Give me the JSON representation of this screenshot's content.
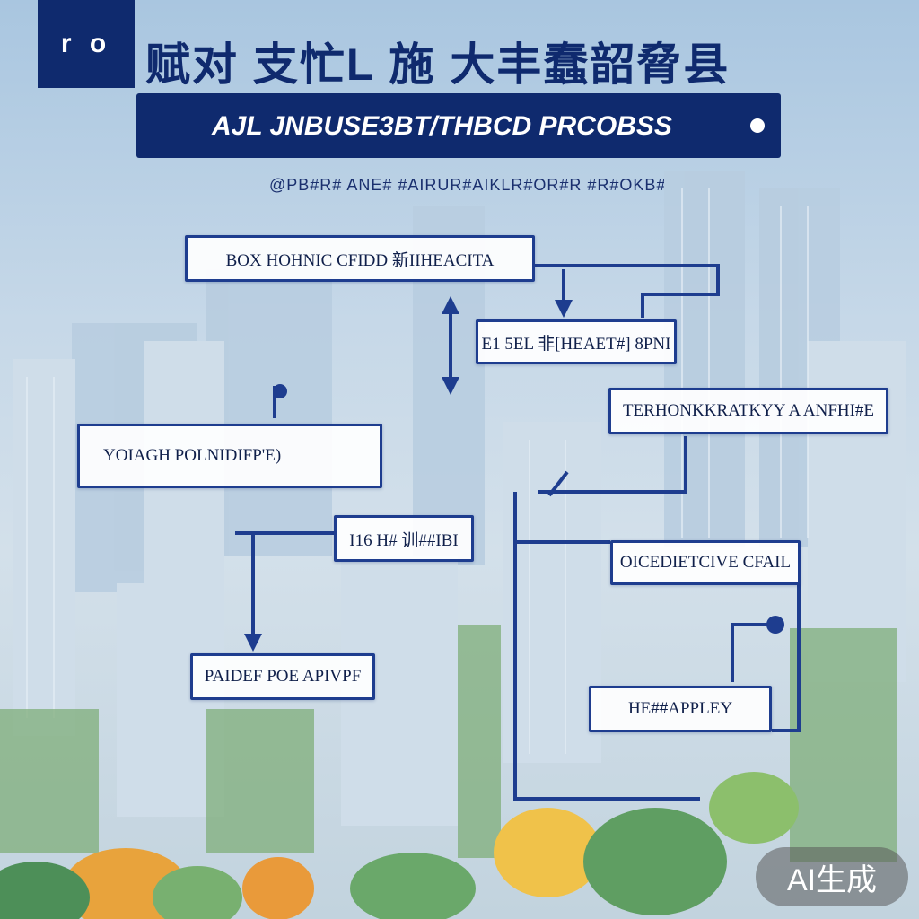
{
  "header": {
    "logo_text": "r o",
    "title": "赋对 支忙L 施 大丰蠢韶脅县",
    "banner_text": "AJL JNBUSE3BT/THBCD PRCOBSS",
    "subtitle": "@PB#R# ANE# #AIRUR#AIKLR#OR#R #R#OKB#-#B#B#"
  },
  "nodes": {
    "n1": "BOX HOHNIC CFIDD 新IIHEACITA",
    "n2": "E1 5EL 非[HEAET#] 8PNI",
    "n3": "TERHONKKRATKYY A ANFHI#E",
    "n4": "YOIAGH POLNIDIFP'E)",
    "n5": "I16 H# 训##IBI",
    "n6": "OICEDIETCIVE CFAIL",
    "n7": "PAIDEF POE APIVPF",
    "n8": "HE##APPLEY"
  },
  "colors": {
    "navy": "#0f2a6e",
    "connector": "#1e3d8f",
    "sky": "#a9c6e0"
  },
  "watermark": {
    "label": "AI生成"
  }
}
